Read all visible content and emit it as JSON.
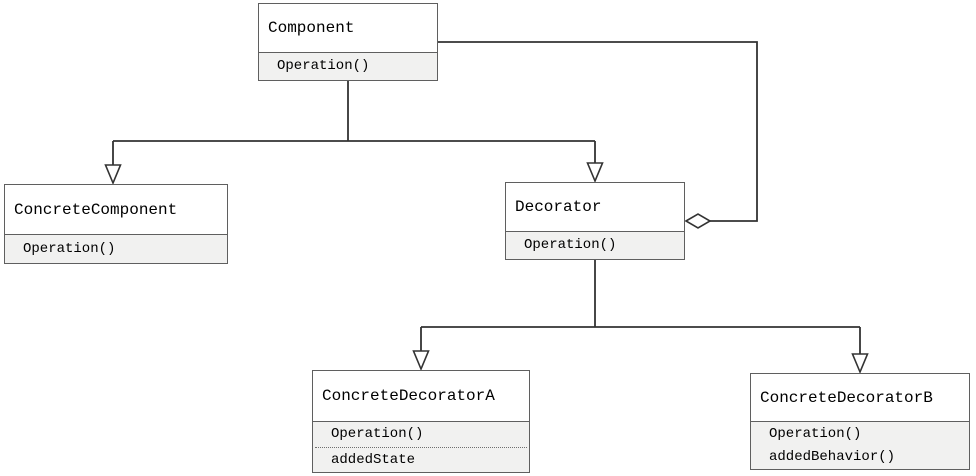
{
  "diagram_type": "uml-class-diagram",
  "classes": {
    "component": {
      "name": "Component",
      "operations": [
        "Operation()"
      ]
    },
    "concreteComponent": {
      "name": "ConcreteComponent",
      "operations": [
        "Operation()"
      ]
    },
    "decorator": {
      "name": "Decorator",
      "operations": [
        "Operation()"
      ]
    },
    "concreteDecoratorA": {
      "name": "ConcreteDecoratorA",
      "operations": [
        "Operation()"
      ],
      "attributes": [
        "addedState"
      ]
    },
    "concreteDecoratorB": {
      "name": "ConcreteDecoratorB",
      "operations": [
        "Operation()",
        "addedBehavior()"
      ]
    }
  },
  "relationships": [
    {
      "type": "generalization",
      "from": "ConcreteComponent",
      "to": "Component"
    },
    {
      "type": "generalization",
      "from": "Decorator",
      "to": "Component"
    },
    {
      "type": "generalization",
      "from": "ConcreteDecoratorA",
      "to": "Decorator"
    },
    {
      "type": "generalization",
      "from": "ConcreteDecoratorB",
      "to": "Decorator"
    },
    {
      "type": "aggregation",
      "from": "Decorator",
      "to": "Component"
    }
  ],
  "colors": {
    "background": "#ffffff",
    "box_border": "#5f5f5f",
    "compartment_fill": "#f1f1f0",
    "connector_line": "#333333",
    "text": "#000000"
  }
}
